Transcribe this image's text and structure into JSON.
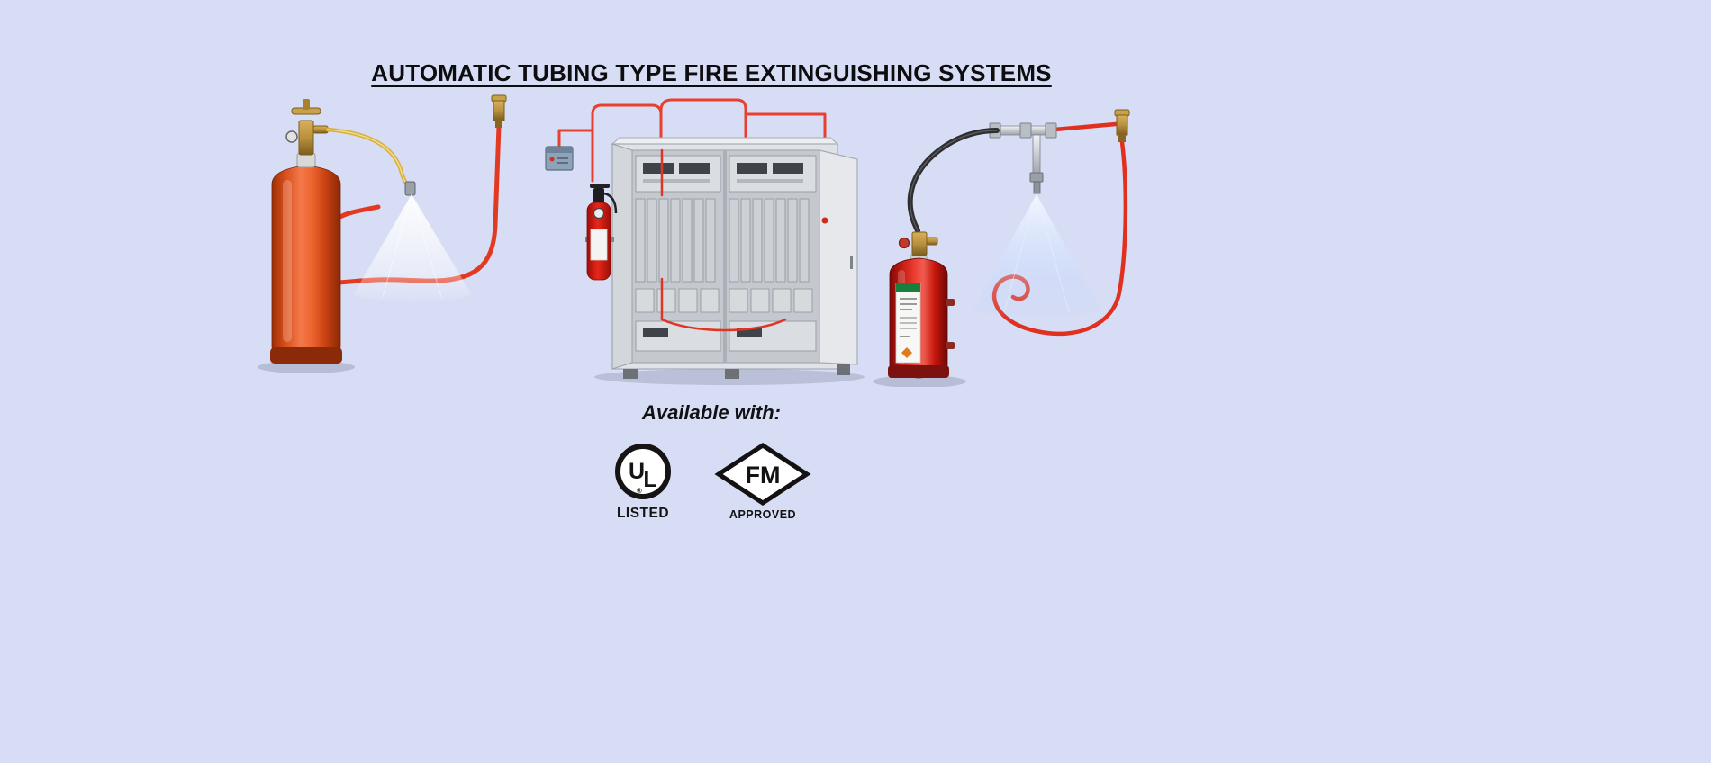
{
  "page": {
    "background_color": "#d7ddf4",
    "title": "AUTOMATIC TUBING TYPE FIRE EXTINGUISHING SYSTEMS"
  },
  "availability": {
    "label": "Available with:"
  },
  "certifications": {
    "ul": {
      "letter_u": "U",
      "letter_l": "L",
      "registered_mark": "®",
      "caption": "LISTED"
    },
    "fm": {
      "letters": "FM",
      "caption": "APPROVED"
    }
  },
  "illustrations": {
    "left": "orange-cylinder-tubing-system-illustration",
    "center": "electrical-cabinet-tubing-system-illustration",
    "right": "red-cylinder-tubing-system-illustration"
  },
  "colors": {
    "tubing_red": "#e23a22",
    "cylinder_orange": "#e85a22",
    "cylinder_red": "#d21b10",
    "brass": "#b9913f",
    "logo_black": "#161314"
  }
}
